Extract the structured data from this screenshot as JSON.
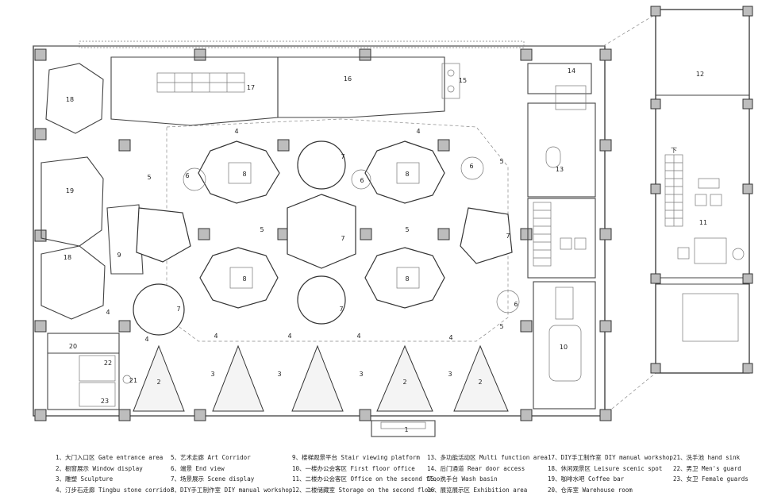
{
  "plan": {
    "area_numbers": [
      {
        "label": "1"
      },
      {
        "label": "2"
      },
      {
        "label": "2"
      },
      {
        "label": "2"
      },
      {
        "label": "3"
      },
      {
        "label": "3"
      },
      {
        "label": "3"
      },
      {
        "label": "3"
      },
      {
        "label": "4"
      },
      {
        "label": "4"
      },
      {
        "label": "4"
      },
      {
        "label": "4"
      },
      {
        "label": "4"
      },
      {
        "label": "4"
      },
      {
        "label": "4"
      },
      {
        "label": "4"
      },
      {
        "label": "5"
      },
      {
        "label": "5"
      },
      {
        "label": "5"
      },
      {
        "label": "5"
      },
      {
        "label": "5"
      },
      {
        "label": "6"
      },
      {
        "label": "6"
      },
      {
        "label": "6"
      },
      {
        "label": "6"
      },
      {
        "label": "7"
      },
      {
        "label": "7"
      },
      {
        "label": "7"
      },
      {
        "label": "7"
      },
      {
        "label": "7"
      },
      {
        "label": "8"
      },
      {
        "label": "8"
      },
      {
        "label": "8"
      },
      {
        "label": "8"
      },
      {
        "label": "9"
      },
      {
        "label": "10"
      },
      {
        "label": "11"
      },
      {
        "label": "12"
      },
      {
        "label": "13"
      },
      {
        "label": "14"
      },
      {
        "label": "15"
      },
      {
        "label": "16"
      },
      {
        "label": "17"
      },
      {
        "label": "18"
      },
      {
        "label": "18"
      },
      {
        "label": "19"
      },
      {
        "label": "20"
      },
      {
        "label": "21"
      },
      {
        "label": "22"
      },
      {
        "label": "23"
      }
    ],
    "stair_label": "下"
  },
  "legend": [
    [
      "1、大门入口区 Gate entrance area",
      "2、橱窗展示 Window display",
      "3、雕塑 Sculpture",
      "4、汀步石走廊 Tingbu stone corridor"
    ],
    [
      "5、艺术走廊 Art Corridor",
      "6、端景 End view",
      "7、场景展示 Scene display",
      "8、DIY手工制作室 DIY manual workshop"
    ],
    [
      "9、楼梯观景平台 Stair viewing platform",
      "10、一楼办公会客区 First floor office",
      "11、二楼办公会客区 Office on the second floor",
      "12、二楼储藏室 Storage on the second floor"
    ],
    [
      "13、多功能活动区 Multi function area",
      "14、后门通道 Rear door access",
      "15、洗手台 Wash basin",
      "16、展览展示区 Exhibition area"
    ],
    [
      "17、DIY手工制作室 DIY manual workshop",
      "18、休闲观景区 Leisure scenic spot",
      "19、咖啡水吧 Coffee bar",
      "20、仓库室 Warehouse room"
    ],
    [
      "21、洗手池 hand sink",
      "22、男卫 Men's guard",
      "23、女卫 Female guards"
    ]
  ]
}
